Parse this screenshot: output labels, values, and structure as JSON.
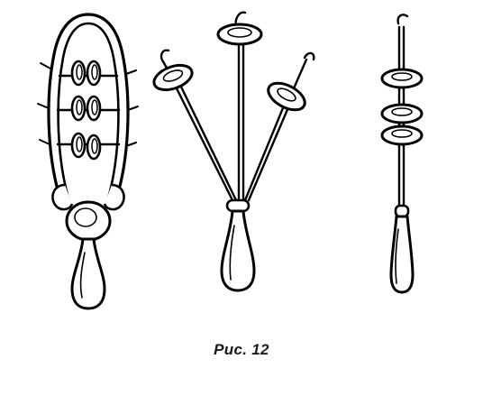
{
  "figure": {
    "caption": "Рис. 12",
    "ink_color": "#000000",
    "background": "#ffffff",
    "items": [
      {
        "name": "paddle-rattle-with-discs"
      },
      {
        "name": "three-rod-rattle-with-discs"
      },
      {
        "name": "single-rod-rattle-with-stacked-discs"
      }
    ]
  }
}
